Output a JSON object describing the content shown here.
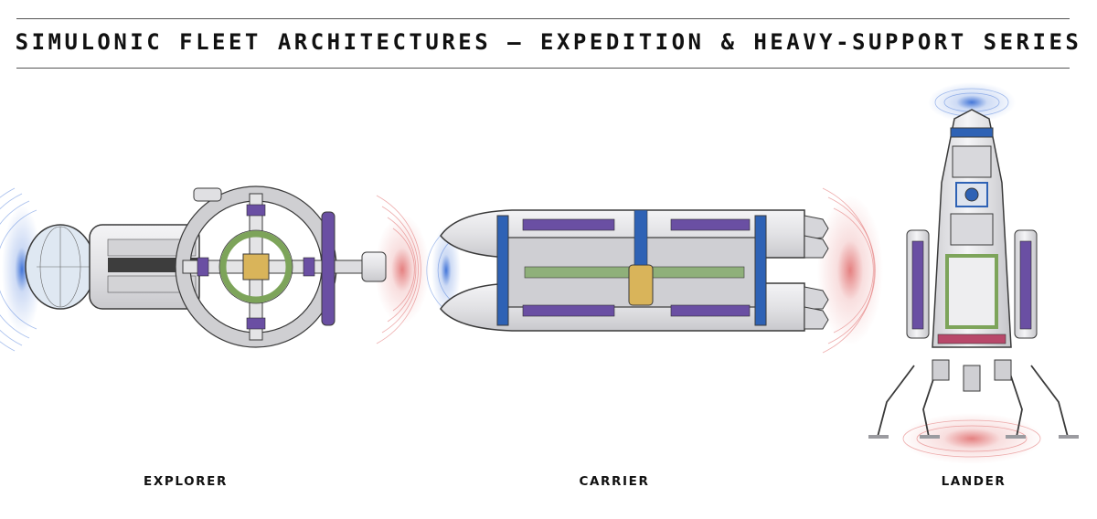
{
  "header": {
    "title": "SIMULONIC FLEET ARCHITECTURES — EXPEDITION & HEAVY-SUPPORT SERIES"
  },
  "ships": [
    {
      "label": "EXPLORER",
      "icon": "explorer-ship-illustration"
    },
    {
      "label": "CARRIER",
      "icon": "carrier-ship-illustration"
    },
    {
      "label": "LANDER",
      "icon": "lander-ship-illustration"
    }
  ],
  "colors": {
    "hull": "#e6e6e8",
    "hull_outline": "#3a3a3a",
    "window_purple": "#6a4fa3",
    "window_blue": "#2e62b5",
    "ring_green": "#7da45a",
    "core_gold": "#d9b45a",
    "field_blue": "#3a6fd6",
    "field_red": "#d94a4a"
  }
}
